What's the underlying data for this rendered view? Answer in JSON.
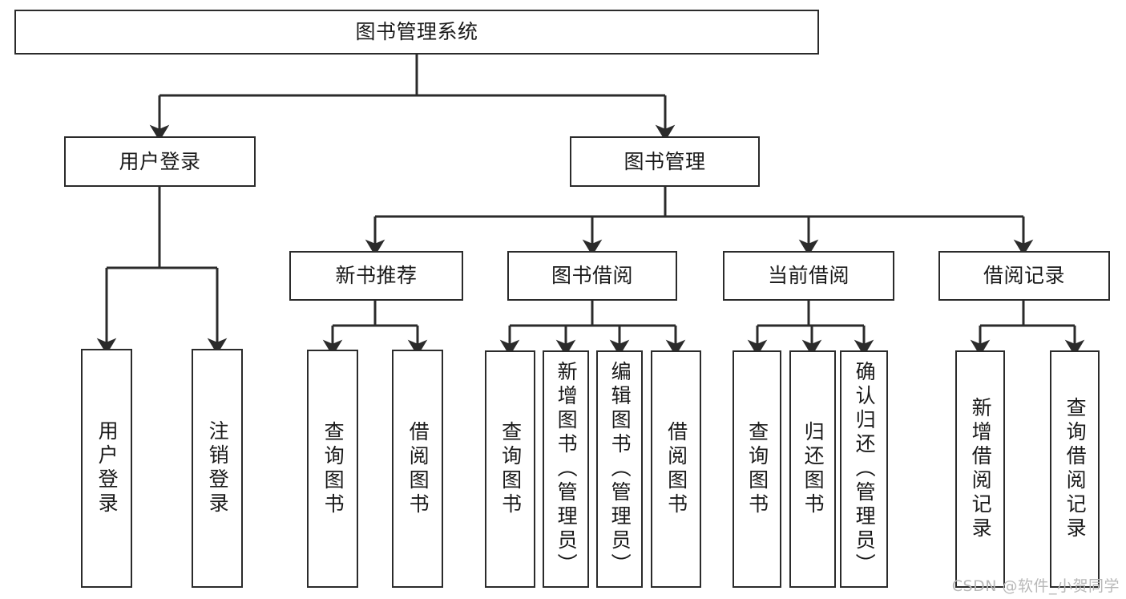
{
  "diagram": {
    "title": "图书管理系统",
    "type": "tree-hierarchy-diagram",
    "line_color": "#2b2b2b",
    "box_fill": "#ffffff",
    "text_color": "#1a1a1a"
  },
  "root": {
    "label": "图书管理系统"
  },
  "level2": [
    {
      "label": "用户登录"
    },
    {
      "label": "图书管理"
    }
  ],
  "level3": [
    {
      "label": "新书推荐"
    },
    {
      "label": "图书借阅"
    },
    {
      "label": "当前借阅"
    },
    {
      "label": "借阅记录"
    }
  ],
  "leaves": {
    "user_login": [
      {
        "label": "用户登录"
      },
      {
        "label": "注销登录"
      }
    ],
    "new_book_recommend": [
      {
        "label": "查询图书"
      },
      {
        "label": "借阅图书"
      }
    ],
    "book_borrow": [
      {
        "label": "查询图书"
      },
      {
        "label": "新增图书（管理员）"
      },
      {
        "label": "编辑图书（管理员）"
      },
      {
        "label": "借阅图书"
      }
    ],
    "current_borrow": [
      {
        "label": "查询图书"
      },
      {
        "label": "归还图书"
      },
      {
        "label": "确认归还（管理员）"
      }
    ],
    "borrow_record": [
      {
        "label": "新增借阅记录"
      },
      {
        "label": "查询借阅记录"
      }
    ]
  },
  "watermark": {
    "text": "CSDN @软件_小贺同学"
  }
}
